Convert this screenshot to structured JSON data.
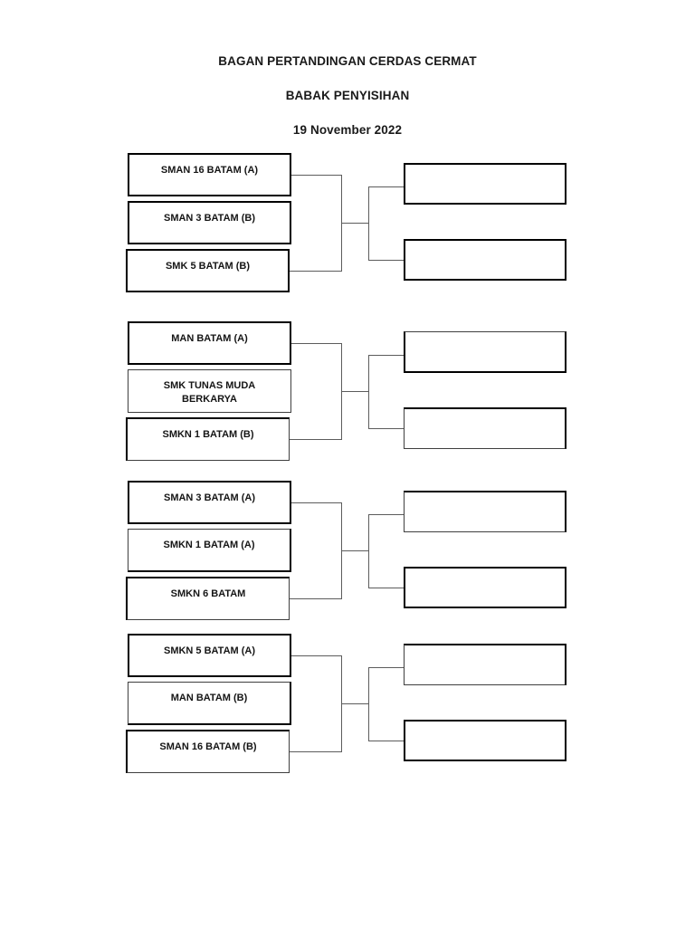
{
  "document": {
    "title_main": "BAGAN PERTANDINGAN CERDAS CERMAT",
    "title_sub": "BABAK PENYISIHAN",
    "title_date": "19 November 2022"
  },
  "bracket": {
    "groups": [
      {
        "id": "group-1",
        "teams": [
          {
            "name": "SMAN 16 BATAM (A)"
          },
          {
            "name": "SMAN 3 BATAM (B)"
          },
          {
            "name": "SMK 5 BATAM (B)"
          }
        ],
        "results": [
          {
            "name": ""
          },
          {
            "name": ""
          }
        ]
      },
      {
        "id": "group-2",
        "teams": [
          {
            "name": "MAN BATAM (A)"
          },
          {
            "name": "SMK TUNAS MUDA\nBERKARYA"
          },
          {
            "name": "SMKN 1 BATAM (B)"
          }
        ],
        "results": [
          {
            "name": ""
          },
          {
            "name": ""
          }
        ]
      },
      {
        "id": "group-3",
        "teams": [
          {
            "name": "SMAN 3 BATAM (A)"
          },
          {
            "name": "SMKN 1 BATAM (A)"
          },
          {
            "name": "SMKN 6 BATAM"
          }
        ],
        "results": [
          {
            "name": ""
          },
          {
            "name": ""
          }
        ]
      },
      {
        "id": "group-4",
        "teams": [
          {
            "name": "SMKN 5 BATAM (A)"
          },
          {
            "name": "MAN BATAM (B)"
          },
          {
            "name": "SMAN 16 BATAM (B)"
          }
        ],
        "results": [
          {
            "name": ""
          },
          {
            "name": ""
          }
        ]
      }
    ]
  },
  "colors": {
    "ink": "#000000",
    "box_border": "#3f3f3f",
    "connector": "#5c5c5c",
    "page_background": "#ffffff"
  }
}
